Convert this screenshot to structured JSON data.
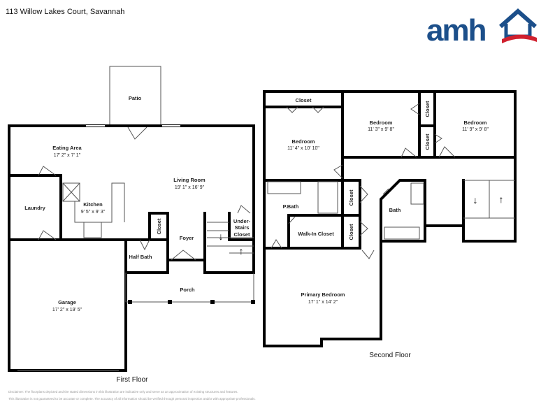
{
  "header": {
    "address": "113 Willow Lakes Court, Savannah",
    "logo_text": "amh",
    "logo_colors": {
      "blue": "#1c4f8a",
      "red": "#d0202e"
    }
  },
  "first_floor": {
    "label": "First Floor",
    "rooms": [
      {
        "name": "Patio"
      },
      {
        "name": "Eating Area",
        "dims": "17' 2\" x 7' 1\""
      },
      {
        "name": "Living Room",
        "dims": "19' 1\" x 16' 9\""
      },
      {
        "name": "Laundry"
      },
      {
        "name": "Kitchen",
        "dims": "9' 5\" x 9' 3\""
      },
      {
        "name": "Closet"
      },
      {
        "name": "Foyer"
      },
      {
        "name": "Under-Stairs Closet",
        "lines": [
          "Under-",
          "Stairs",
          "Closet"
        ]
      },
      {
        "name": "Half Bath"
      },
      {
        "name": "Porch"
      },
      {
        "name": "Garage",
        "dims": "17' 2\" x 19' 5\""
      }
    ]
  },
  "second_floor": {
    "label": "Second Floor",
    "rooms": [
      {
        "name": "Closet"
      },
      {
        "name": "Bedroom",
        "dims": "11' 4\" x 10' 10\""
      },
      {
        "name": "Bedroom",
        "dims": "11' 3\" x 9' 8\""
      },
      {
        "name": "Closet"
      },
      {
        "name": "Closet"
      },
      {
        "name": "Bedroom",
        "dims": "11' 9\" x 9' 8\""
      },
      {
        "name": "P.Bath"
      },
      {
        "name": "Closet"
      },
      {
        "name": "Walk-In Closet"
      },
      {
        "name": "Closet"
      },
      {
        "name": "Bath"
      },
      {
        "name": "Primary Bedroom",
        "dims": "17' 1\" x 14' 2\""
      }
    ]
  },
  "disclaimer": [
    "Disclaimer: The floorplans depicted and the stated dimensions in this illustration are indicative only and serve as an approximation of existing structures and features.",
    "This illustration is not guaranteed to be accurate or complete. The accuracy of all information should be verified through personal inspection and/or with appropriate professionals."
  ]
}
